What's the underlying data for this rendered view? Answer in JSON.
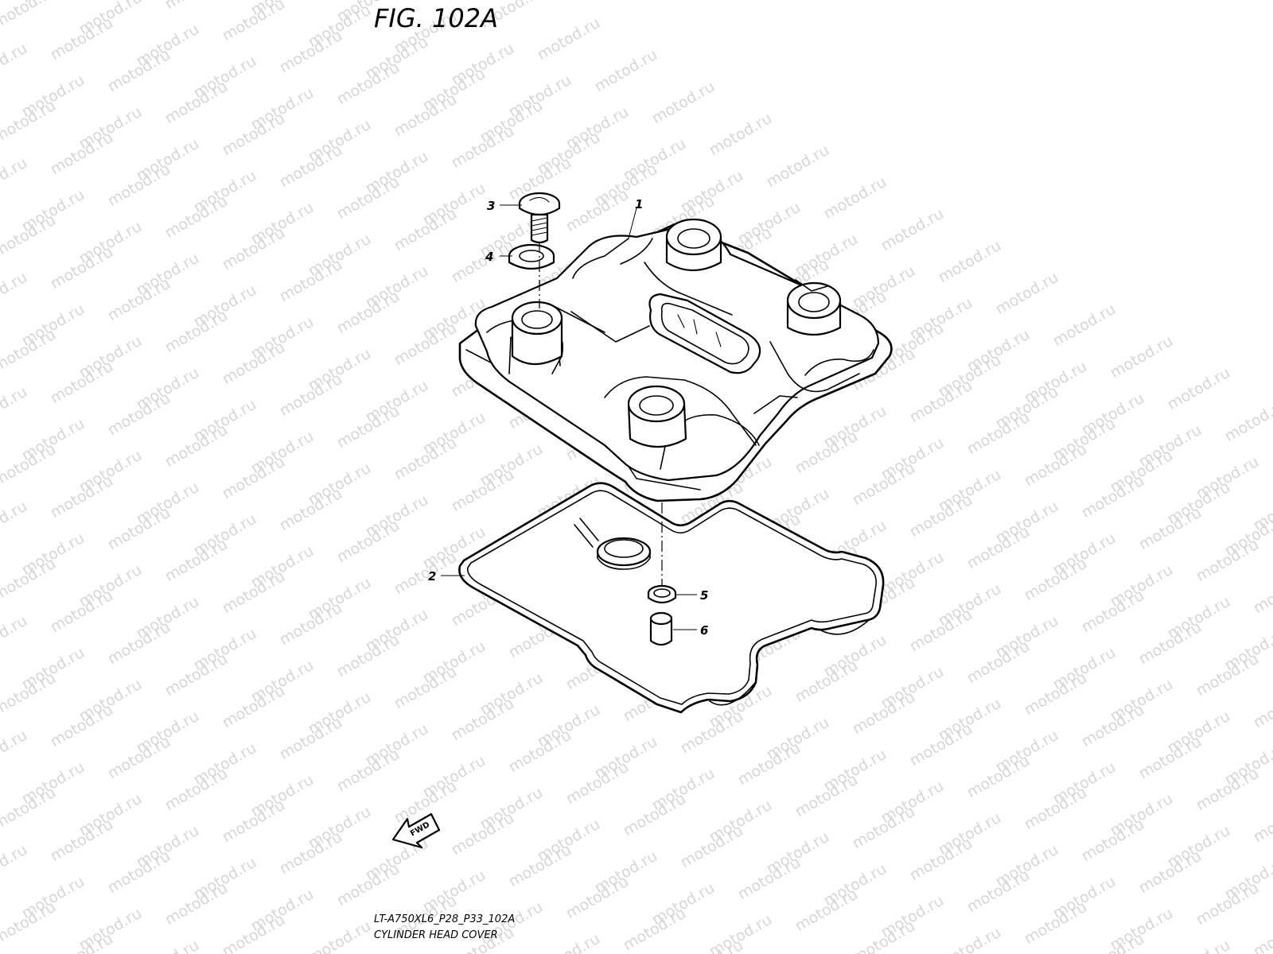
{
  "figure": {
    "title": "FIG. 102A",
    "watermark": "motod.ru",
    "fwd_label": "FWD"
  },
  "callouts": [
    {
      "id": "1",
      "label": "1"
    },
    {
      "id": "2",
      "label": "2"
    },
    {
      "id": "3",
      "label": "3"
    },
    {
      "id": "4",
      "label": "4"
    },
    {
      "id": "5",
      "label": "5"
    },
    {
      "id": "6",
      "label": "6"
    }
  ],
  "footer": {
    "code": "LT-A750XL6_P28_P33_102A",
    "caption": "CYLINDER HEAD COVER"
  },
  "colors": {
    "line": "#000000",
    "background": "#ffffff",
    "watermark": "#d6d6d6"
  }
}
